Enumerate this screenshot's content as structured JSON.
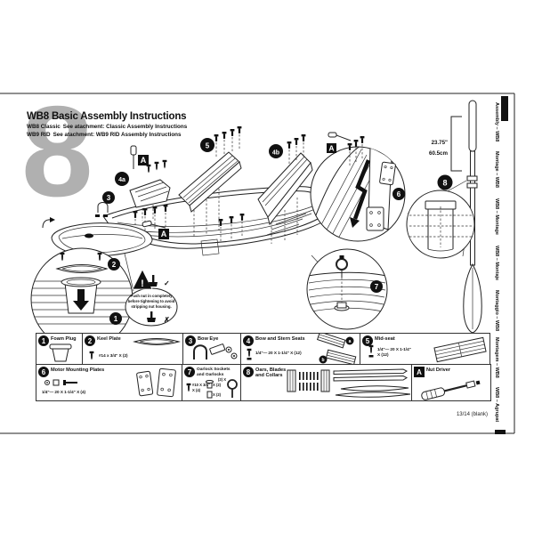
{
  "header": {
    "watermark": "8",
    "title": "WB8 Basic Assembly Instructions",
    "line1": {
      "model": "WB8 Classic",
      "text": "See atachment: Classic Assembly Instructions"
    },
    "line2": {
      "model": "WB9 RID",
      "text": "See atachment: WB9 RID Assembly Instructions"
    }
  },
  "sidebar": {
    "labels": [
      "Assembly – WB8",
      "Montage – WB8",
      "WB8 – Montage",
      "WB8 – Montaje",
      "Montaggio – WB8",
      "Montagem – WB8",
      "WB8 – Agrupat"
    ]
  },
  "footer": {
    "page": "13/14 (blank)"
  },
  "diagram": {
    "callouts": {
      "a_label": "A",
      "n1": "1",
      "n2": "2",
      "n3": "3",
      "n4a": "4a",
      "n4b": "4b",
      "n5": "5",
      "n6": "6",
      "n7": "7",
      "n8": "8"
    },
    "warning": {
      "mark": "!",
      "check": "✓",
      "cross": "✗",
      "lines": [
        "Push nut in completely",
        "before tightening to avoid",
        "stripping nut housing."
      ]
    },
    "oar": {
      "dim_in": "23.75\"",
      "dim_cm": "60.5cm"
    }
  },
  "legend": {
    "items": [
      {
        "num": "1",
        "label": "Foam Plug"
      },
      {
        "num": "2",
        "label": "Keel Plate",
        "hw": "#14 x 3/4\" X (2)"
      },
      {
        "num": "3",
        "label": "Bow Eye"
      },
      {
        "num": "4",
        "label": "Bow and Stern Seats",
        "hw": "1/4\"— 20 X 1-1/4\" X (12)",
        "sub_a": "a",
        "sub_b": "b"
      },
      {
        "num": "5",
        "label": "Mid-seat",
        "hw": "1/4\"— 20 X 1-1/4\"",
        "hw2": "X (12)"
      },
      {
        "num": "6",
        "label": "Motor Mounting Plates",
        "hw": "1/4\"— 20 X 1-1/4\" X (4)"
      },
      {
        "num": "7",
        "label": "Oarlock Sockets",
        "label2": "and Oarlocks",
        "hw": "#10 X 3/4\"",
        "hw2": "X (4)",
        "qty1": "X (2)",
        "qty2": "X (2)",
        "qty3": "(2) X"
      },
      {
        "num": "8",
        "label": "Oars, Blades",
        "label2": "and Collars"
      },
      {
        "num": "A",
        "label": "Nut Driver"
      }
    ]
  },
  "colors": {
    "ink": "#1a1a1a",
    "watermark": "#b0b0b0",
    "paper": "#ffffff"
  }
}
